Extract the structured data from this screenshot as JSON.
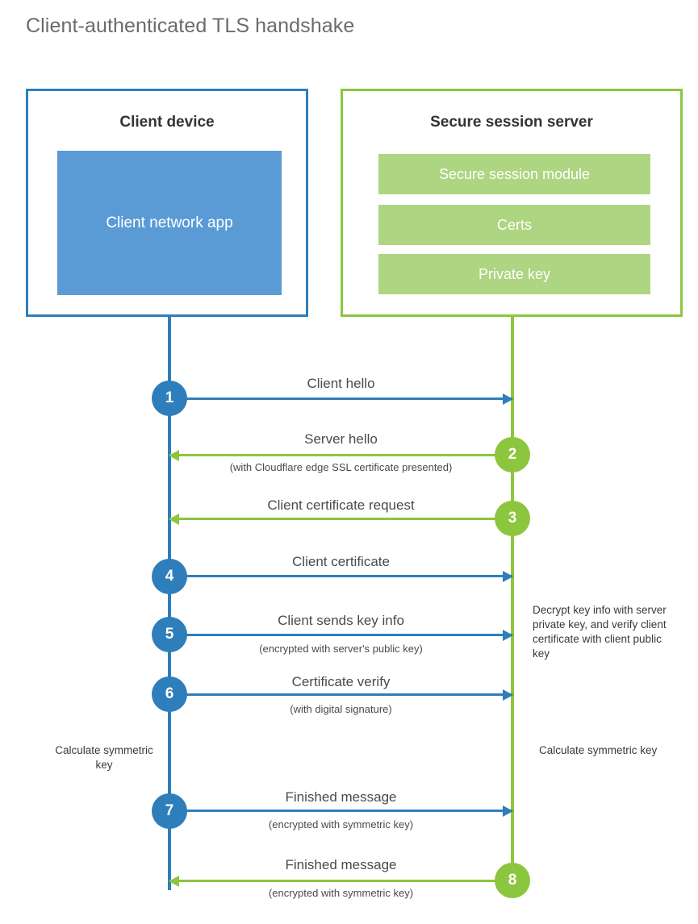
{
  "diagram": {
    "title": "Client-authenticated TLS handshake",
    "colors": {
      "client_blue": "#2e7ebb",
      "client_app_fill": "#5b9bd5",
      "server_green": "#8cc63f",
      "server_bar_fill": "#aed581",
      "text": "#4a4a4a",
      "title_text": "#6b6b6b",
      "background": "#ffffff"
    },
    "parties": {
      "client": {
        "title": "Client device",
        "component": "Client network app"
      },
      "server": {
        "title": "Secure session server",
        "components": [
          "Secure session module",
          "Certs",
          "Private key"
        ]
      }
    },
    "steps": [
      {
        "number": "1",
        "label": "Client hello",
        "sub": "",
        "direction": "client-to-server",
        "origin": "client"
      },
      {
        "number": "2",
        "label": "Server hello",
        "sub": "(with Cloudflare edge SSL certificate presented)",
        "direction": "server-to-client",
        "origin": "server"
      },
      {
        "number": "3",
        "label": "Client certificate request",
        "sub": "",
        "direction": "server-to-client",
        "origin": "server"
      },
      {
        "number": "4",
        "label": "Client certificate",
        "sub": "",
        "direction": "client-to-server",
        "origin": "client"
      },
      {
        "number": "5",
        "label": "Client sends key info",
        "sub": "(encrypted with server's public key)",
        "direction": "client-to-server",
        "origin": "client"
      },
      {
        "number": "6",
        "label": "Certificate verify",
        "sub": "(with digital signature)",
        "direction": "client-to-server",
        "origin": "client"
      },
      {
        "number": "7",
        "label": "Finished message",
        "sub": "(encrypted with symmetric key)",
        "direction": "client-to-server",
        "origin": "client"
      },
      {
        "number": "8",
        "label": "Finished message",
        "sub": "(encrypted with symmetric key)",
        "direction": "server-to-client",
        "origin": "server"
      }
    ],
    "notes": {
      "decrypt": "Decrypt key info with server private key, and verify client certificate with client public key",
      "calculate_client": "Calculate symmetric key",
      "calculate_server": "Calculate symmetric key"
    }
  }
}
